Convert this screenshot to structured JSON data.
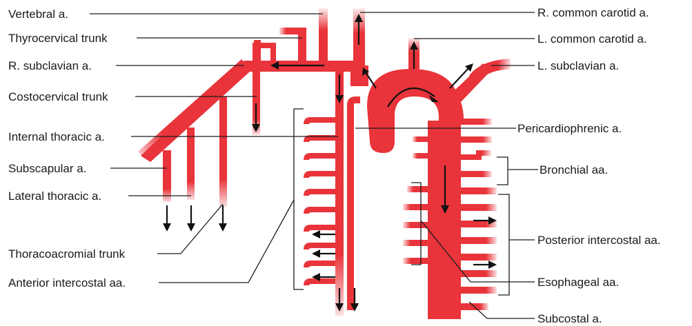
{
  "colors": {
    "vessel": "#e8343a",
    "vessel_light": "#f6b5b5",
    "ink": "#1a1a1a",
    "background": "#ffffff"
  },
  "labels": {
    "vertebral": "Vertebral a.",
    "thyrocervical": "Thyrocervical trunk",
    "r_subclavian": "R. subclavian a.",
    "costocervical": "Costocervical trunk",
    "internal_thoracic": "Internal thoracic a.",
    "subscapular": "Subscapular a.",
    "lateral_thoracic": "Lateral thoracic a.",
    "thoracoacromial": "Thoracoacromial trunk",
    "anterior_intercostal": "Anterior intercostal aa.",
    "r_common_carotid": "R. common carotid a.",
    "l_common_carotid": "L. common carotid a.",
    "l_subclavian": "L. subclavian a.",
    "pericardiophrenic": "Pericardiophrenic a.",
    "bronchial": "Bronchial aa.",
    "posterior_intercostal": "Posterior intercostal aa.",
    "esophageal": "Esophageal aa.",
    "subcostal": "Subcostal a."
  }
}
